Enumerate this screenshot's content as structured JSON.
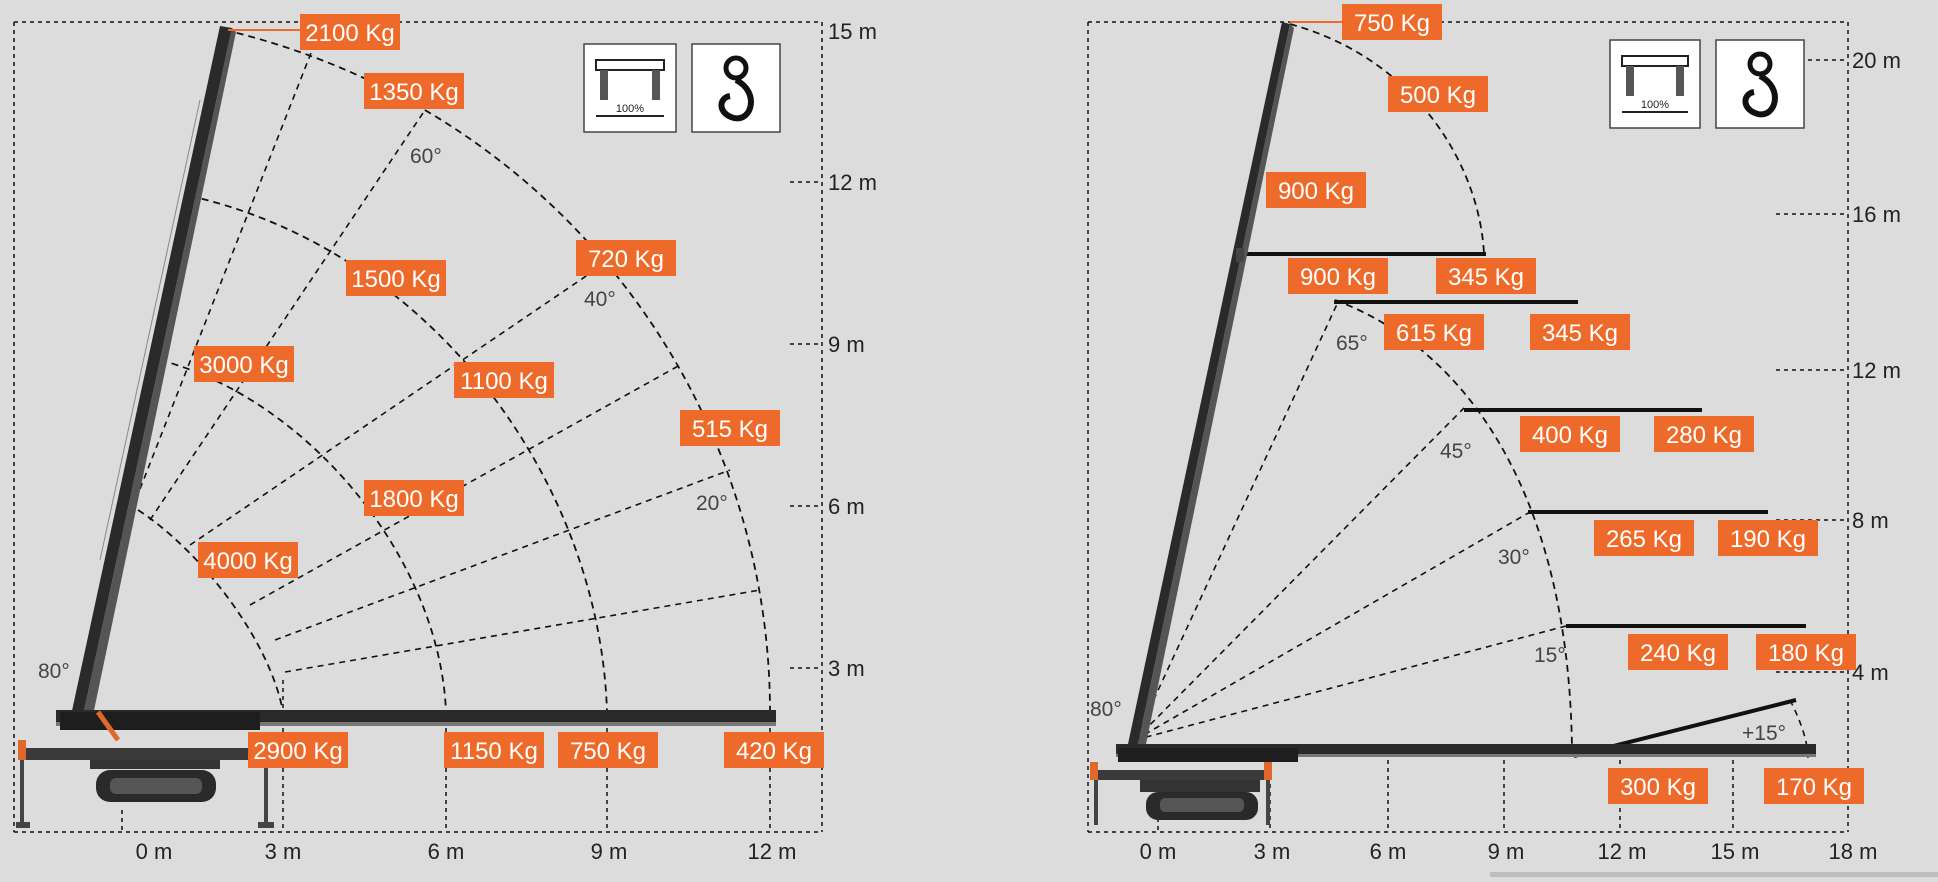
{
  "colors": {
    "background": "#dcdcdc",
    "label_box": "#ee6a2b",
    "label_text": "#ffffff",
    "boom": "#222222",
    "guide_lines": "#111111"
  },
  "left_chart": {
    "y_ticks": [
      "3 m",
      "6 m",
      "9 m",
      "12 m",
      "15 m"
    ],
    "x_ticks": [
      "0 m",
      "3 m",
      "6 m",
      "9 m",
      "12 m"
    ],
    "angles": [
      "80°",
      "60°",
      "40°",
      "20°"
    ],
    "loads": [
      "2100 Kg",
      "1350 Kg",
      "1500 Kg",
      "720 Kg",
      "3000 Kg",
      "1100 Kg",
      "515 Kg",
      "1800 Kg",
      "4000 Kg",
      "2900 Kg",
      "1150 Kg",
      "750 Kg",
      "420 Kg"
    ],
    "icons": [
      "outrigger-100-icon",
      "hook-icon"
    ],
    "icon_text": "100%"
  },
  "right_chart": {
    "y_ticks": [
      "4 m",
      "8 m",
      "12 m",
      "16 m",
      "20 m"
    ],
    "x_ticks": [
      "0 m",
      "3 m",
      "6 m",
      "9 m",
      "12 m",
      "15 m",
      "18 m"
    ],
    "angles": [
      "80°",
      "65°",
      "45°",
      "30°",
      "15°",
      "+15°"
    ],
    "loads": [
      "750 Kg",
      "500 Kg",
      "900 Kg",
      "900 Kg",
      "345 Kg",
      "615 Kg",
      "345 Kg",
      "400 Kg",
      "280 Kg",
      "265 Kg",
      "190 Kg",
      "240 Kg",
      "180 Kg",
      "300 Kg",
      "170 Kg"
    ],
    "icons": [
      "outrigger-100-icon",
      "hook-icon"
    ],
    "icon_text": "100%"
  }
}
